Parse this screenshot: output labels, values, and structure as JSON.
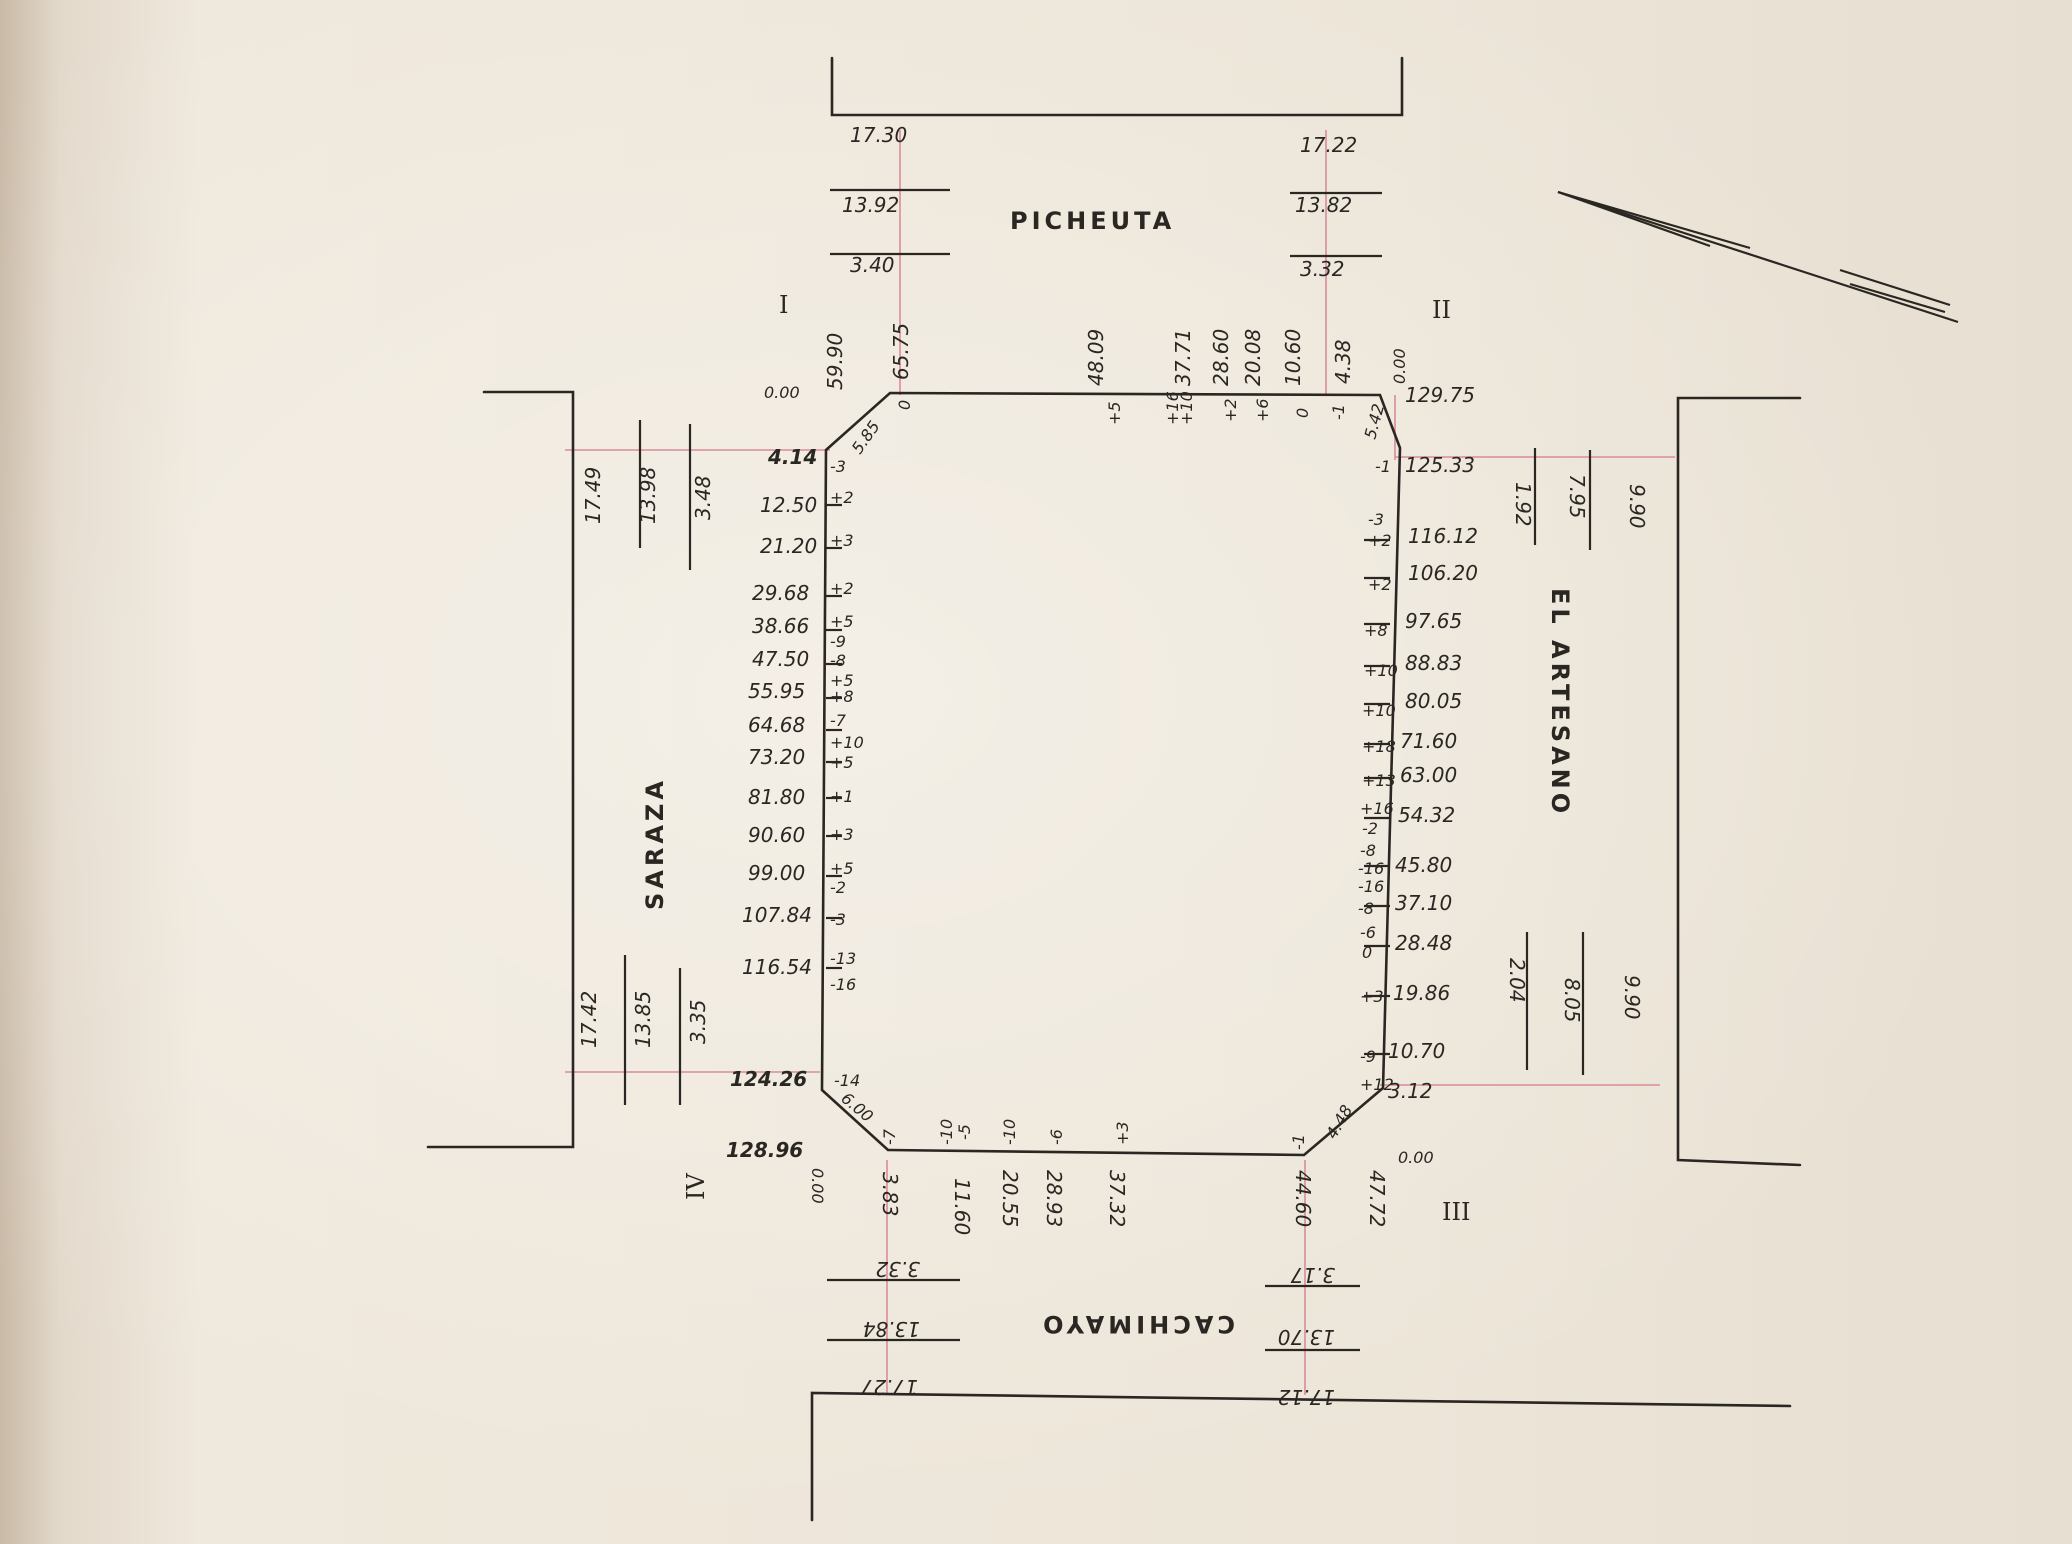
{
  "streets": {
    "north": "PICHEUTA",
    "east": "EL ARTESANO",
    "south": "CACHIMAYO",
    "west": "SARAZA"
  },
  "corners": {
    "nw": "I",
    "ne": "II",
    "se": "III",
    "sw": "IV"
  },
  "north_street": {
    "left_widths": [
      "17.30",
      "13.92",
      "3.40"
    ],
    "right_widths": [
      "17.22",
      "13.82",
      "3.32"
    ]
  },
  "south_street": {
    "left_widths": [
      "3.32",
      "13.84",
      "17.27"
    ],
    "right_widths": [
      "3.17",
      "13.70",
      "17.12"
    ]
  },
  "west_street": {
    "top_widths": [
      "17.49",
      "13.98",
      "3.48"
    ],
    "bottom_widths": [
      "17.42",
      "13.85",
      "3.35"
    ]
  },
  "east_street": {
    "top_widths": [
      "1.92",
      "7.95",
      "9.90"
    ],
    "bottom_widths": [
      "2.04",
      "8.05",
      "9.90"
    ]
  },
  "north_edge": {
    "stations": [
      "0.00",
      "59.90",
      "65.75",
      "48.09",
      "37.71",
      "28.60",
      "20.08",
      "10.60",
      "4.38",
      "0.00"
    ],
    "levels": [
      "0",
      "+5",
      "+16",
      "+10",
      "+2",
      "+6",
      "0",
      "-1"
    ],
    "chamfer": "5.85",
    "corner_value": "129.75"
  },
  "west_edge": {
    "stations": [
      "4.14",
      "12.50",
      "21.20",
      "29.68",
      "38.66",
      "47.50",
      "55.95",
      "64.68",
      "73.20",
      "81.80",
      "90.60",
      "99.00",
      "107.84",
      "116.54",
      "124.26",
      "128.96"
    ],
    "levels": [
      "-3",
      "+2",
      "+3",
      "+2",
      "+5",
      "-9",
      "-8",
      "+5",
      "+8",
      "-7",
      "+10",
      "+5",
      "+1",
      "+3",
      "+5",
      "-2",
      "-3",
      "-13",
      "-16",
      "-14"
    ],
    "chamfer": "6.00"
  },
  "east_edge": {
    "stations": [
      "125.33",
      "116.12",
      "106.20",
      "97.65",
      "88.83",
      "80.05",
      "71.60",
      "63.00",
      "54.32",
      "45.80",
      "37.10",
      "28.48",
      "19.86",
      "10.70",
      "3.12",
      "0.00"
    ],
    "levels": [
      "-1",
      "-3",
      "+2",
      "+2",
      "+8",
      "+10",
      "+10",
      "+18",
      "+13",
      "+16",
      "-2",
      "-8",
      "-16",
      "-16",
      "-8",
      "-6",
      "0",
      "+3",
      "-9",
      "+12"
    ],
    "chamfer_top": "5.42",
    "chamfer_bottom": "4.48"
  },
  "south_edge": {
    "stations": [
      "0.00",
      "3.83",
      "11.60",
      "20.55",
      "28.93",
      "37.32",
      "44.60",
      "47.72"
    ],
    "levels": [
      "-7",
      "-10",
      "-5",
      "-10",
      "-6",
      "+3",
      "-1"
    ]
  },
  "colors": {
    "ink": "#2a2622",
    "red_guide": "#d98b9c",
    "paper": "#ece5d8"
  }
}
